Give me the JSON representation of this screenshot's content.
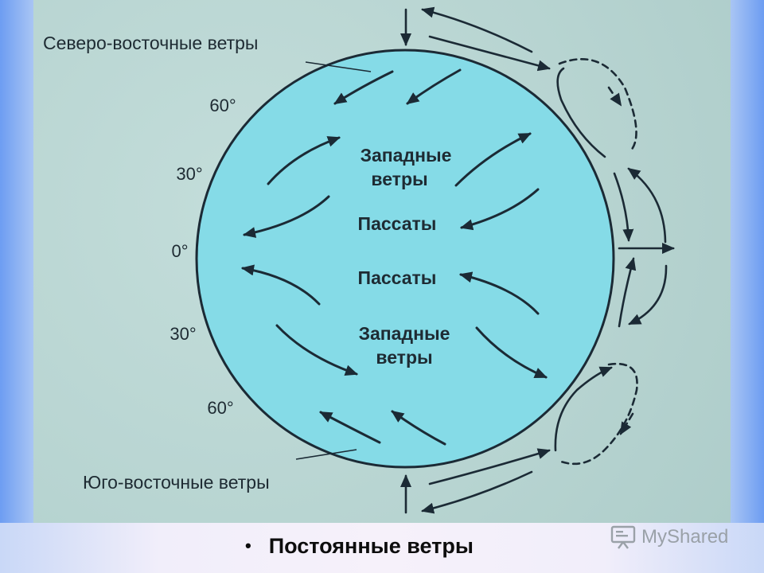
{
  "diagram": {
    "outer_labels": {
      "northeast_winds": "Северо-восточные ветры",
      "southeast_winds": "Юго-восточные ветры"
    },
    "latitudes": {
      "n60": "60°",
      "n30": "30°",
      "equator": "0°",
      "s30": "30°",
      "s60": "60°"
    },
    "globe_labels": {
      "westerlies_north_line1": "Западные",
      "westerlies_north_line2": "ветры",
      "trades_north": "Пассаты",
      "trades_south": "Пассаты",
      "westerlies_south_line1": "Западные",
      "westerlies_south_line2": "ветры"
    },
    "colors": {
      "globe_fill": "#85dbe7",
      "panel_background": "#b9d6d3",
      "arrow_color": "#1b2a35"
    }
  },
  "caption": {
    "bullet": "•",
    "text": "Постоянные ветры"
  },
  "watermark": {
    "text": "MyShared",
    "icon": "presentation-board-icon"
  }
}
